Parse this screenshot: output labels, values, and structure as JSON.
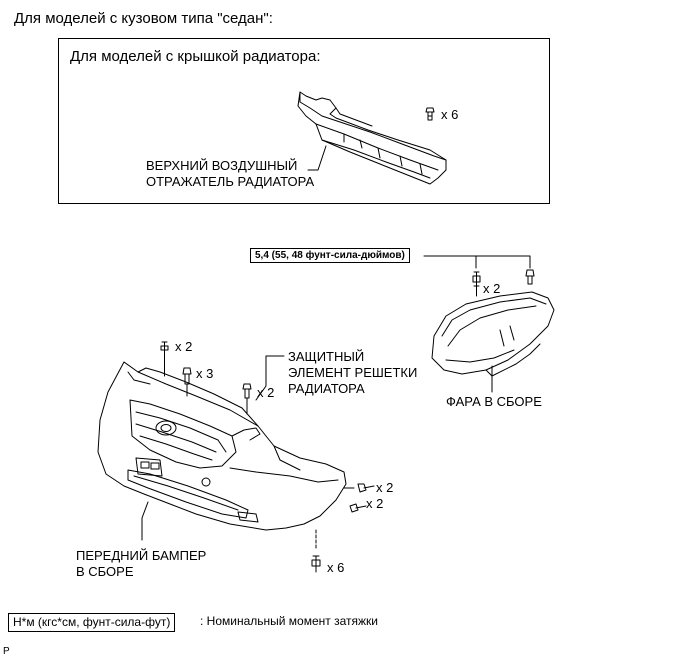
{
  "header": {
    "sedan_note": "Для моделей с кузовом типа \"седан\":"
  },
  "inset": {
    "title": "Для моделей с крышкой радиатора:",
    "part_label_line1": "ВЕРХНИЙ ВОЗДУШНЫЙ",
    "part_label_line2": "ОТРАЖАТЕЛЬ РАДИАТОРА",
    "clip_qty": "x 6"
  },
  "torque": {
    "spec": "5,4 (55, 48 фунт-сила-дюймов)"
  },
  "parts": {
    "headlamp_label": "ФАРА В СБОРЕ",
    "headlamp_bolt_qty": "x 2",
    "grille_protector_line1": "ЗАЩИТНЫЙ",
    "grille_protector_line2": "ЭЛЕМЕНТ РЕШЕТКИ",
    "grille_protector_line3": "РАДИАТОРА",
    "grille_clip_qty": "x 2",
    "bumper_top_screw_qty": "x 2",
    "bumper_top_clip_qty": "x 3",
    "bumper_side_screw1_qty": "x 2",
    "bumper_side_screw2_qty": "x 2",
    "bumper_bottom_qty": "x 6",
    "bumper_label_line1": "ПЕРЕДНИЙ БАМПЕР",
    "bumper_label_line2": "В СБОРЕ"
  },
  "legend": {
    "unit_box": "Н*м (кгс*см, фунт-сила-фут)",
    "description": ": Номинальный момент затяжки"
  },
  "footer": {
    "mark": "P"
  }
}
